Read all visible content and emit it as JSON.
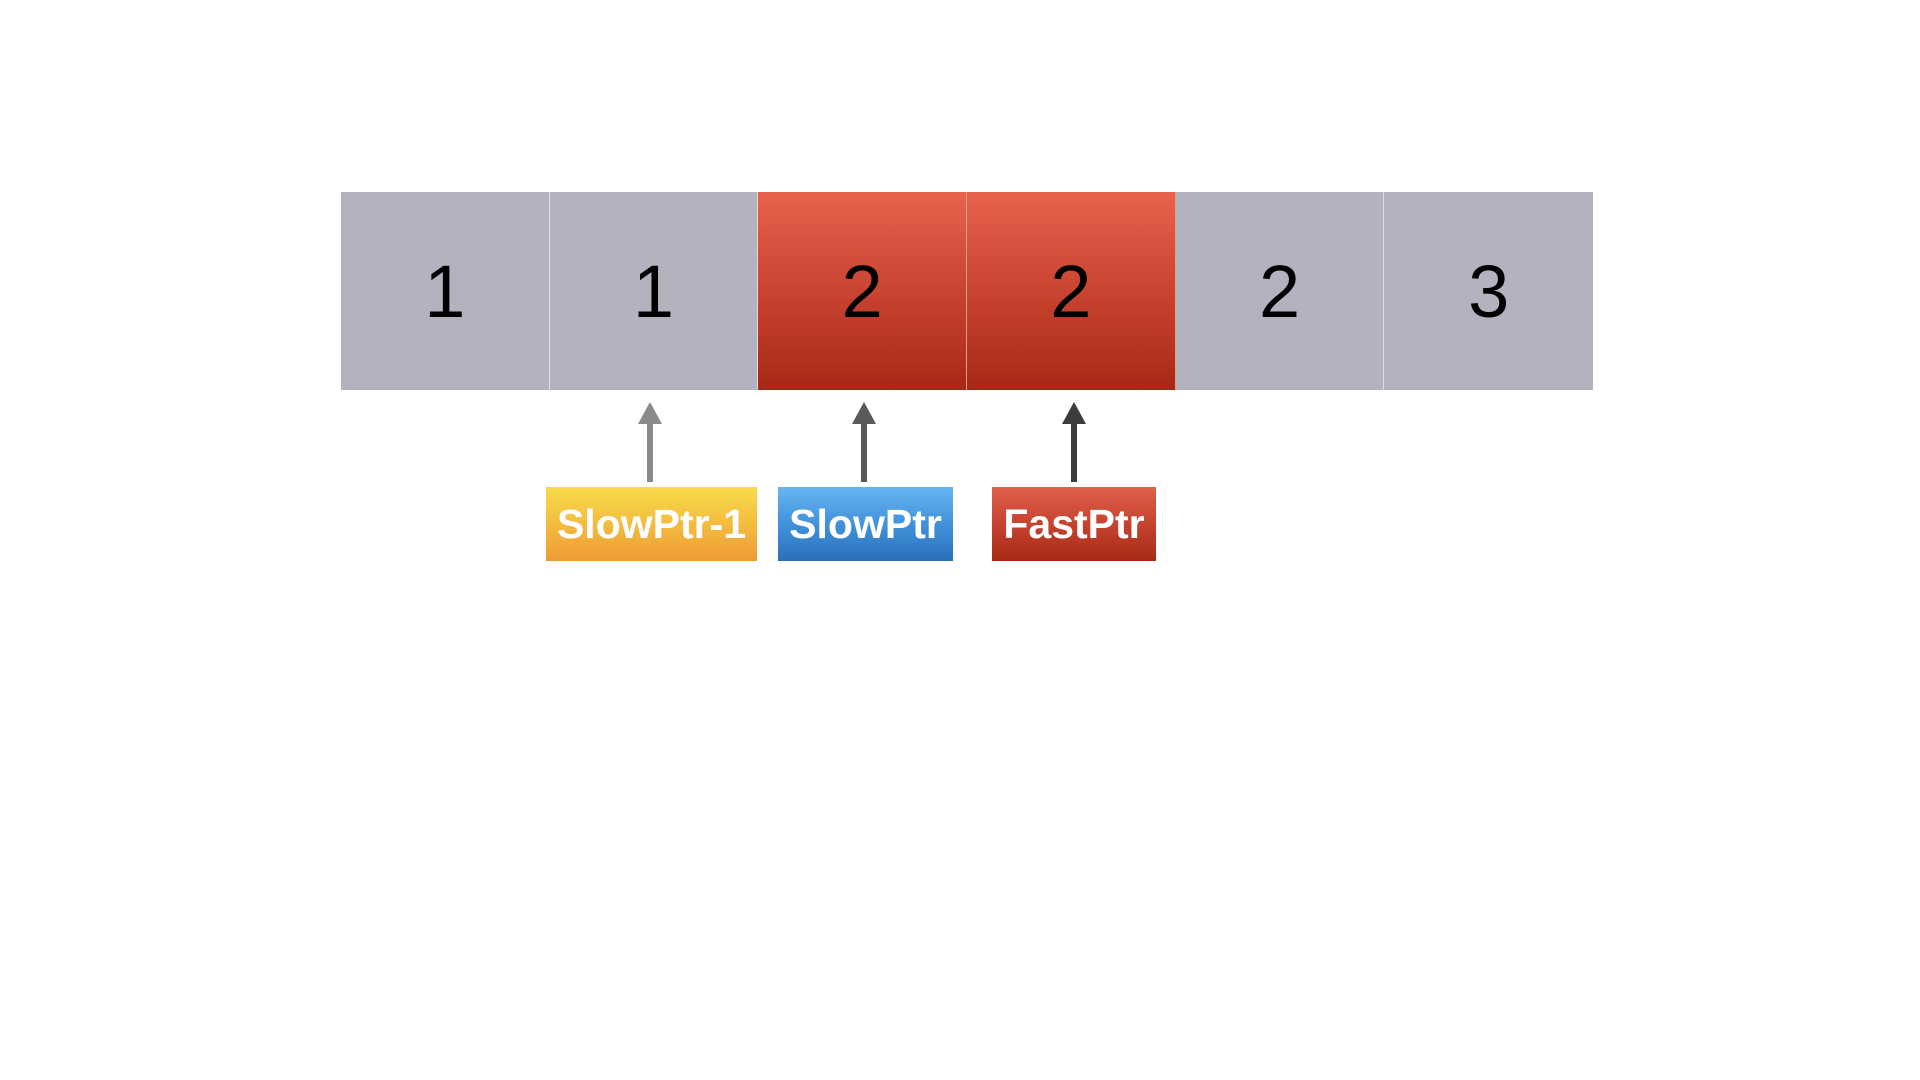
{
  "array": {
    "cells": [
      {
        "value": "1",
        "highlighted": false
      },
      {
        "value": "1",
        "highlighted": false
      },
      {
        "value": "2",
        "highlighted": true
      },
      {
        "value": "2",
        "highlighted": true
      },
      {
        "value": "2",
        "highlighted": false
      },
      {
        "value": "3",
        "highlighted": false
      }
    ]
  },
  "pointers": {
    "slow_minus_one": {
      "label": "SlowPtr-1",
      "index": 1,
      "color": "#f3b93e",
      "arrow_color": "#8a8a8a"
    },
    "slow": {
      "label": "SlowPtr",
      "index": 2,
      "color": "#3f8fd8",
      "arrow_color": "#5a5a5a"
    },
    "fast": {
      "label": "FastPtr",
      "index": 3,
      "color": "#c3402d",
      "arrow_color": "#3c3c3c"
    }
  },
  "colors": {
    "cell_normal": "#b3b3bf",
    "cell_highlight": "#c94431"
  }
}
